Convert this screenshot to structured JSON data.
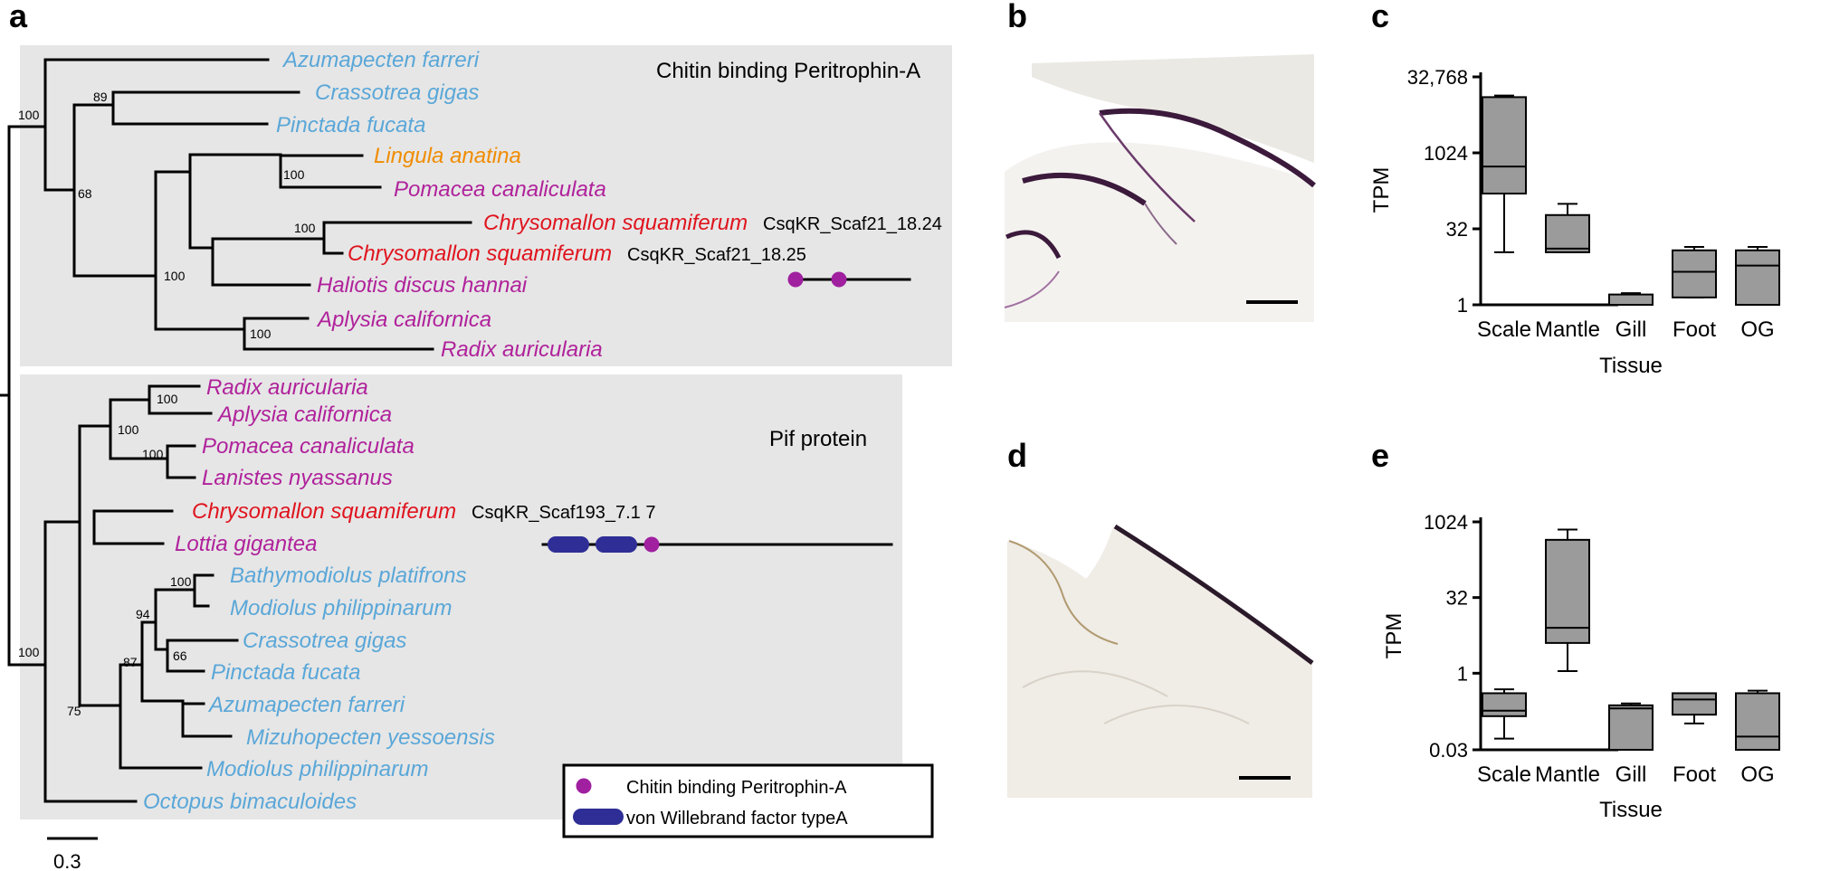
{
  "panels": {
    "a": "a",
    "b": "b",
    "c": "c",
    "d": "d",
    "e": "e"
  },
  "colors": {
    "bivalve": "#5aa7d8",
    "gastropod": "#b0229b",
    "chrysomallon": "#e0141e",
    "lingula": "#f08c00",
    "domain_peritrophin": "#a020a0",
    "domain_vwa": "#2e2e96",
    "clade_bg": "#e6e6e6",
    "box_fill": "#9b9b9b"
  },
  "clade_labels": {
    "peritrophin": "Chitin binding Peritrophin-A",
    "pif": "Pif protein"
  },
  "tree": {
    "taxa": [
      {
        "name": "Azumapecten farreri",
        "group": "bivalve"
      },
      {
        "name": "Crassotrea gigas",
        "group": "bivalve"
      },
      {
        "name": "Pinctada fucata",
        "group": "bivalve"
      },
      {
        "name": "Lingula anatina",
        "group": "lingula"
      },
      {
        "name": "Pomacea canaliculata",
        "group": "gastropod"
      },
      {
        "name": "Chrysomallon squamiferum",
        "group": "chrysomallon",
        "gene": "CsqKR_Scaf21_18.24"
      },
      {
        "name": "Chrysomallon squamiferum",
        "group": "chrysomallon",
        "gene": "CsqKR_Scaf21_18.25"
      },
      {
        "name": "Haliotis discus hannai",
        "group": "gastropod"
      },
      {
        "name": "Aplysia californica",
        "group": "gastropod"
      },
      {
        "name": "Radix auricularia",
        "group": "gastropod"
      },
      {
        "name": "Radix auricularia",
        "group": "gastropod"
      },
      {
        "name": "Aplysia californica",
        "group": "gastropod"
      },
      {
        "name": "Pomacea canaliculata",
        "group": "gastropod"
      },
      {
        "name": "Lanistes nyassanus",
        "group": "gastropod"
      },
      {
        "name": "Chrysomallon squamiferum",
        "group": "chrysomallon",
        "gene": "CsqKR_Scaf193_7.1 7"
      },
      {
        "name": "Lottia gigantea",
        "group": "gastropod"
      },
      {
        "name": "Bathymodiolus platifrons",
        "group": "bivalve"
      },
      {
        "name": "Modiolus philippinarum",
        "group": "bivalve"
      },
      {
        "name": "Crassotrea gigas",
        "group": "bivalve"
      },
      {
        "name": "Pinctada fucata",
        "group": "bivalve"
      },
      {
        "name": "Azumapecten farreri",
        "group": "bivalve"
      },
      {
        "name": "Mizuhopecten yessoensis",
        "group": "bivalve"
      },
      {
        "name": "Modiolus philippinarum",
        "group": "bivalve"
      },
      {
        "name": "Octopus bimaculoides",
        "group": "bivalve"
      }
    ],
    "bootstrap": {
      "b89": "89",
      "b100_top": "100",
      "b68": "68",
      "b100_pl": "100",
      "b100_cs": "100",
      "b100_gast": "100",
      "b100_ap": "100",
      "b100_ra": "100",
      "b100_rapo": "100",
      "b100_po": "100",
      "b100_bm": "100",
      "b94": "94",
      "b66": "66",
      "b87": "87",
      "b75": "75",
      "b100_root": "100"
    },
    "scale_label": "0.3"
  },
  "legend": {
    "peritrophin": "Chitin binding Peritrophin-A",
    "vwa": "von Willebrand factor typeA"
  },
  "chart_data": [
    {
      "type": "box",
      "panel": "c",
      "ylabel": "TPM",
      "xlabel": "Tissue",
      "yscale": "log2",
      "ylim": [
        1,
        32768
      ],
      "yticks": [
        1,
        32,
        1024,
        32768
      ],
      "ytick_labels": [
        "1",
        "32",
        "1024",
        "32,768"
      ],
      "categories": [
        "Scale",
        "Mantle",
        "Gill",
        "Foot",
        "OG"
      ],
      "boxes": [
        {
          "min": 11,
          "q1": 160,
          "median": 550,
          "q3": 13000,
          "max": 14000
        },
        {
          "min": 11,
          "q1": 11,
          "median": 13,
          "q3": 60,
          "max": 100
        },
        {
          "min": 1,
          "q1": 1,
          "median": 1,
          "q3": 1.6,
          "max": 1.7
        },
        {
          "min": 1.4,
          "q1": 1.4,
          "median": 4.5,
          "q3": 12,
          "max": 14
        },
        {
          "min": 1,
          "q1": 1,
          "median": 6,
          "q3": 12,
          "max": 14
        }
      ]
    },
    {
      "type": "box",
      "panel": "e",
      "ylabel": "TPM",
      "xlabel": "Tissue",
      "yscale": "log2",
      "ylim": [
        0.03,
        1024
      ],
      "yticks": [
        0.03,
        1,
        32,
        1024
      ],
      "ytick_labels": [
        "0.03",
        "1",
        "32",
        "1024"
      ],
      "categories": [
        "Scale",
        "Mantle",
        "Gill",
        "Foot",
        "OG"
      ],
      "boxes": [
        {
          "min": 0.05,
          "q1": 0.14,
          "median": 0.18,
          "q3": 0.4,
          "max": 0.48
        },
        {
          "min": 1.1,
          "q1": 4,
          "median": 8,
          "q3": 450,
          "max": 720
        },
        {
          "min": 0.03,
          "q1": 0.03,
          "median": 0.2,
          "q3": 0.23,
          "max": 0.25
        },
        {
          "min": 0.1,
          "q1": 0.15,
          "median": 0.3,
          "q3": 0.4,
          "max": 0.4
        },
        {
          "min": 0.03,
          "q1": 0.03,
          "median": 0.055,
          "q3": 0.4,
          "max": 0.45
        }
      ]
    }
  ]
}
